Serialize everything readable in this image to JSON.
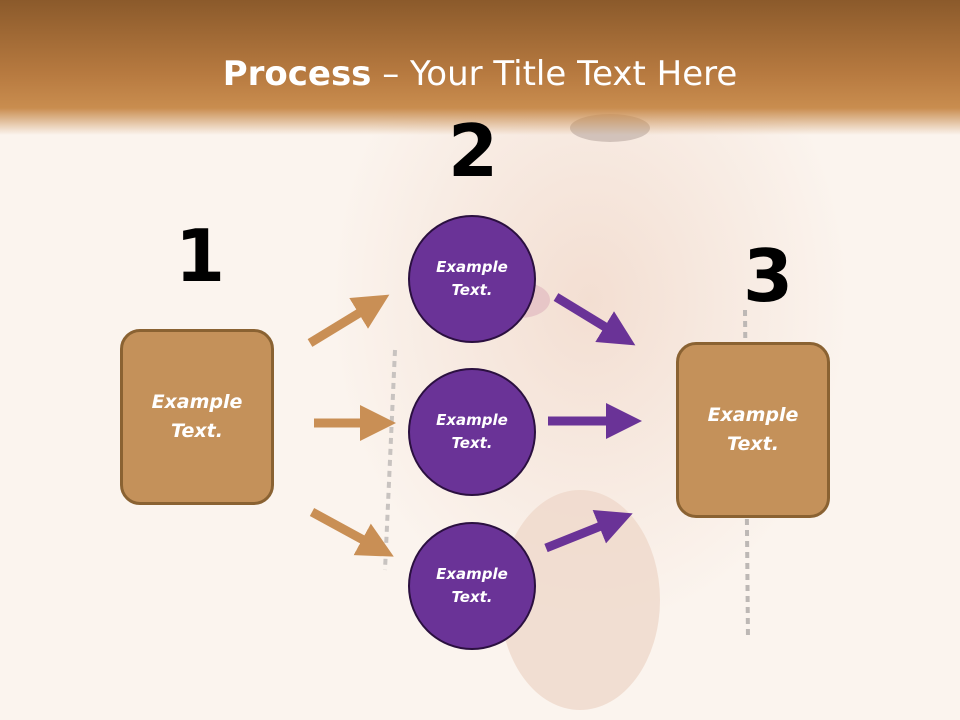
{
  "title": {
    "bold": "Process",
    "rest": " – Your Title Text Here"
  },
  "steps": {
    "one": "1",
    "two": "2",
    "three": "3"
  },
  "box_left": {
    "text": "Example\nText."
  },
  "box_right": {
    "text": "Example\nText."
  },
  "circles": [
    {
      "text": "Example\nText."
    },
    {
      "text": "Example\nText."
    },
    {
      "text": "Example\nText."
    }
  ],
  "colors": {
    "header": "#b77a40",
    "box_fill": "#c4915a",
    "circle_fill": "#6a3397",
    "arrow_left": "#c98f55",
    "arrow_right": "#6a3397"
  },
  "background": "photo-portrait"
}
